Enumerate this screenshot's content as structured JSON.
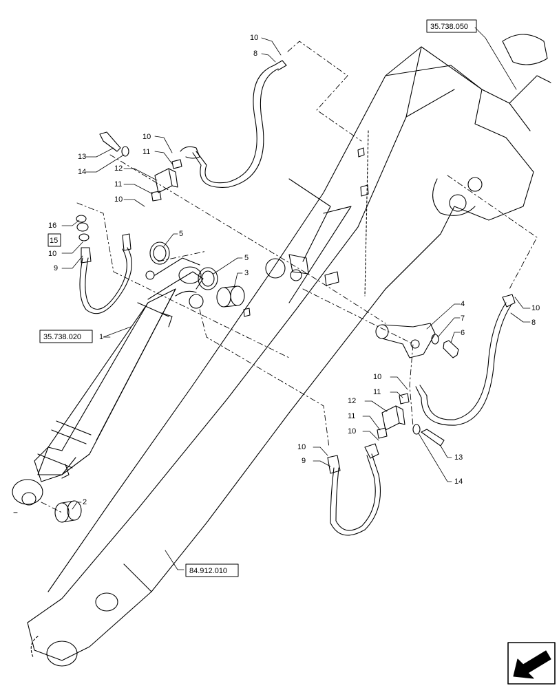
{
  "references": {
    "ref_top": "35.738.050",
    "ref_left": "35.738.020",
    "ref_bottom": "84.912.010"
  },
  "callouts": {
    "c1": "1",
    "c2": "2",
    "c3": "3",
    "c4": "4",
    "c5a": "5",
    "c5b": "5",
    "c6": "6",
    "c7": "7",
    "c8a": "8",
    "c8b": "8",
    "c9a": "9",
    "c9b": "9",
    "c10a": "10",
    "c10b": "10",
    "c10c": "10",
    "c10d": "10",
    "c10e": "10",
    "c10f": "10",
    "c10g": "10",
    "c10h": "10",
    "c11a": "11",
    "c11b": "11",
    "c11c": "11",
    "c11d": "11",
    "c12a": "12",
    "c12b": "12",
    "c13a": "13",
    "c13b": "13",
    "c14a": "14",
    "c14b": "14",
    "c15": "15",
    "c16": "16"
  },
  "icons": {
    "navigation": "page-arrow-icon"
  }
}
